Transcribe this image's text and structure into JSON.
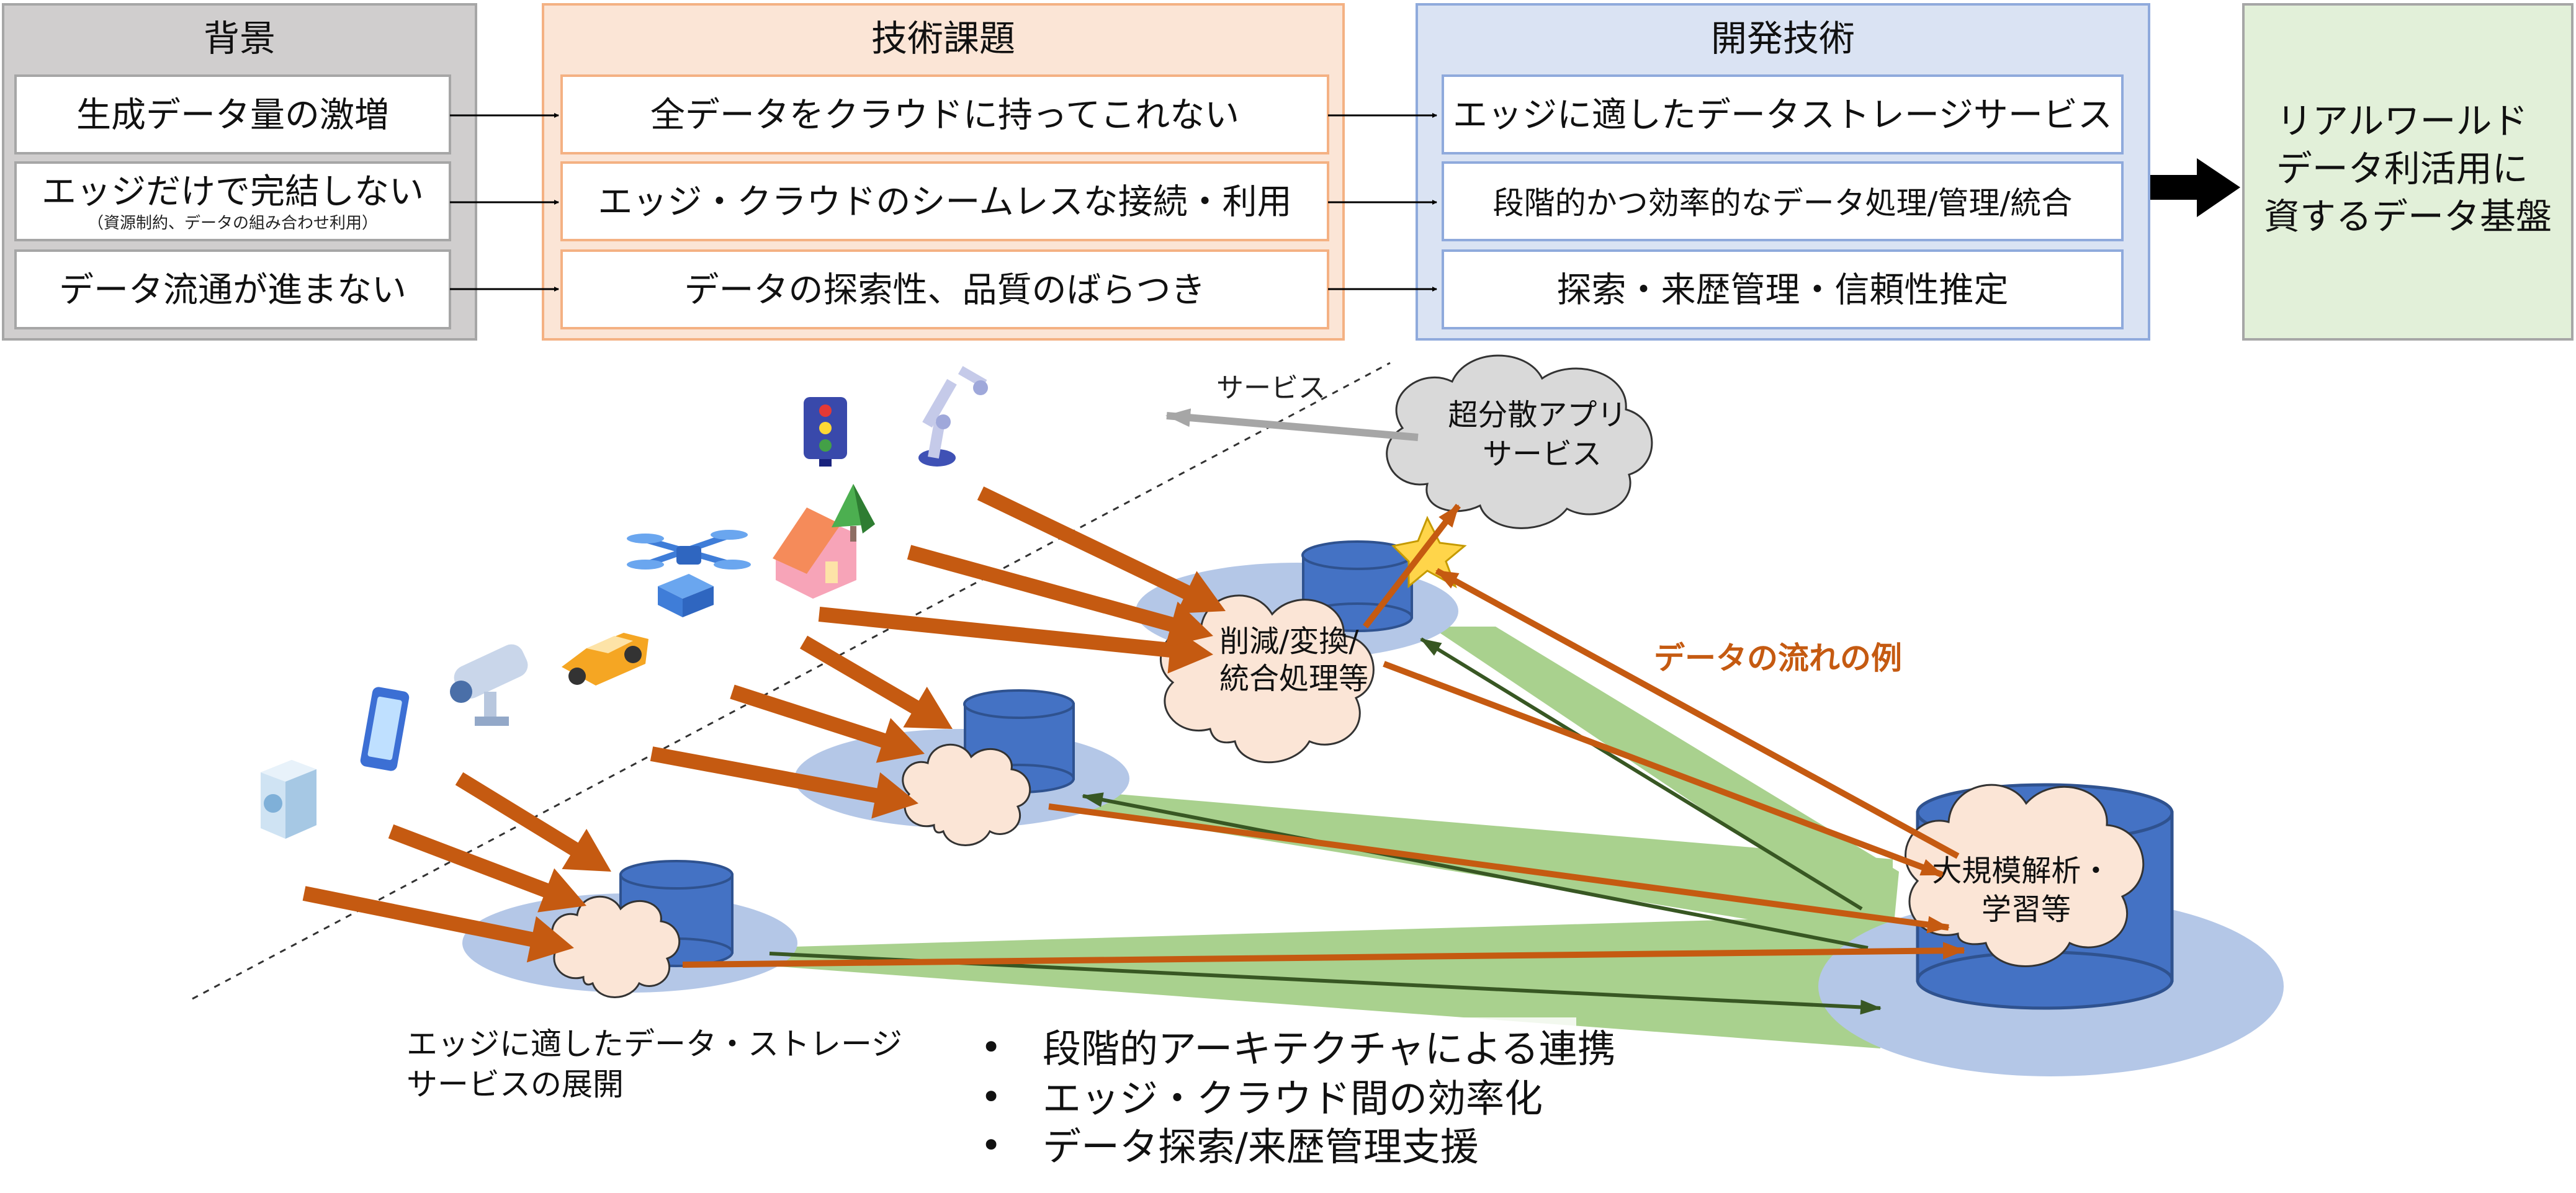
{
  "panels": [
    {
      "header": "背景",
      "items": [
        {
          "text": "生成データ量の激増"
        },
        {
          "text": "エッジだけで完結しない",
          "note": "（資源制約、データの組み合わせ利用）"
        },
        {
          "text": "データ流通が進まない"
        }
      ]
    },
    {
      "header": "技術課題",
      "items": [
        {
          "text": "全データをクラウドに持ってこれない"
        },
        {
          "text": "エッジ・クラウドのシームレスな接続・利用"
        },
        {
          "text": "データの探索性、品質のばらつき"
        }
      ]
    },
    {
      "header": "開発技術",
      "items": [
        {
          "text": "エッジに適したデータストレージサービス"
        },
        {
          "text": "段階的かつ効率的なデータ処理/管理/統合"
        },
        {
          "text": "探索・来歴管理・信頼性推定"
        }
      ]
    }
  ],
  "goal": {
    "lines": [
      "リアルワールド",
      "データ利活用に",
      "資するデータ基盤"
    ]
  },
  "diagram": {
    "service_label": "サービス",
    "app_cloud": {
      "lines": [
        "超分散アプリ",
        "サービス"
      ]
    },
    "mid_cloud": {
      "lines": [
        "削減/変換/",
        "統合処理等"
      ]
    },
    "big_cloud": {
      "lines": [
        "大規模解析・",
        "学習等"
      ]
    },
    "flow_label": "データの流れの例",
    "edge_caption": {
      "lines": [
        "エッジに適したデータ・ストレージ",
        "サービスの展開"
      ]
    },
    "bullets": [
      "段階的アーキテクチャによる連携",
      "エッジ・クラウド間の効率化",
      "データ探索/来歴管理支援"
    ],
    "devices": [
      "appliance-icon",
      "smartphone-icon",
      "camera-icon",
      "car-icon",
      "drone-icon",
      "house-icon",
      "tree-icon",
      "traffic-light-icon",
      "robot-arm-icon"
    ]
  },
  "colors": {
    "panel1_bg": "#d0cece",
    "panel2_bg": "#fbe5d6",
    "panel3_bg": "#dae3f3",
    "goal_bg": "#e2f0d9",
    "arrow_orange": "#c55a11",
    "flow_green": "#a9d18e",
    "db_blue": "#4472c4",
    "ellipse_blue": "#b4c7e7",
    "cloud_fill": "#fbe5d6"
  }
}
